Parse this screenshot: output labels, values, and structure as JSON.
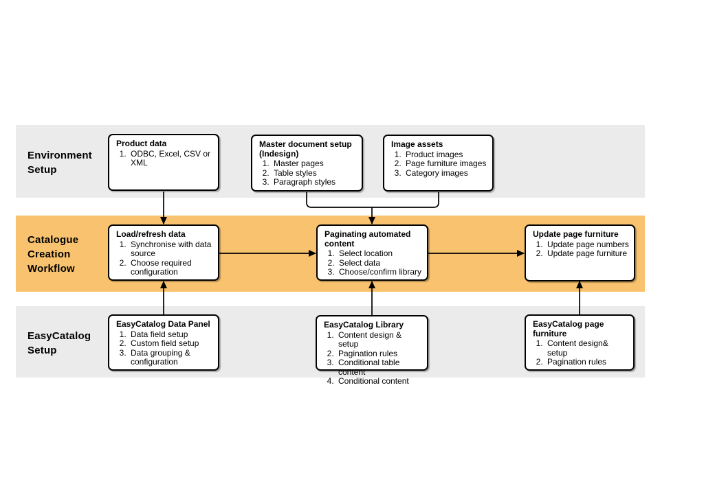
{
  "diagram": {
    "colors": {
      "band_gray": "#EBEBEB",
      "band_orange": "#F9C26E",
      "box_fill": "#FFFFFF",
      "box_border": "#000000",
      "connector": "#000000"
    },
    "bands": [
      {
        "label": "Environment\nSetup",
        "boxes": [
          {
            "title": "Product data",
            "items": [
              "ODBC, Excel, CSV or XML"
            ]
          },
          {
            "title": "Master document setup\n(Indesign)",
            "items": [
              "Master pages",
              "Table styles",
              "Paragraph styles"
            ]
          },
          {
            "title": "Image assets",
            "items": [
              "Product images",
              "Page furniture images",
              "Category images"
            ]
          }
        ]
      },
      {
        "label": "Catalogue\nCreation\nWorkflow",
        "boxes": [
          {
            "title": "Load/refresh data",
            "items": [
              "Synchronise with data source",
              "Choose required configuration"
            ]
          },
          {
            "title": "Paginating automated\ncontent",
            "items": [
              "Select location",
              "Select data",
              "Choose/confirm library"
            ]
          },
          {
            "title": "Update page furniture",
            "items": [
              "Update page numbers",
              "Update page furniture"
            ]
          }
        ]
      },
      {
        "label": "EasyCatalog\nSetup",
        "boxes": [
          {
            "title": "EasyCatalog Data Panel",
            "items": [
              "Data field setup",
              "Custom field setup",
              "Data grouping & configuration"
            ]
          },
          {
            "title": "EasyCatalog Library",
            "items": [
              "Content design & setup",
              "Pagination rules",
              "Conditional table content",
              "Conditional content"
            ]
          },
          {
            "title": "EasyCatalog page\nfurniture",
            "items": [
              "Content design& setup",
              "Pagination rules"
            ]
          }
        ]
      }
    ]
  }
}
